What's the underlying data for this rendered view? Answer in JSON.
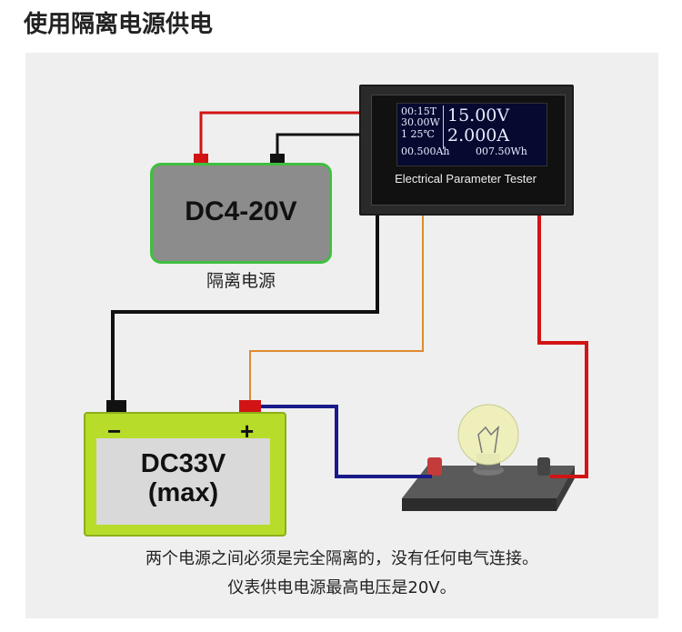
{
  "title": "使用隔离电源供电",
  "meter": {
    "timer": "00:15T",
    "power": "30.00W",
    "temp": "1  25℃",
    "ah": "00.500Ah",
    "voltage": "15.00V",
    "current": "2.000A",
    "wh": "007.50Wh",
    "label": "Electrical Parameter Tester"
  },
  "iso_supply": {
    "label": "DC4-20V",
    "caption": "隔离电源"
  },
  "battery": {
    "label": "DC33V",
    "sub": "(max)",
    "minus": "−",
    "plus": "+"
  },
  "footer": {
    "line1": "两个电源之间必须是完全隔离的，没有任何电气连接。",
    "line2": "仪表供电电源最高电压是20V。"
  },
  "colors": {
    "red_wire": "#d21414",
    "black_wire": "#111111",
    "orange_wire": "#e08a2e",
    "blue_wire": "#1a1a8a",
    "supply_green": "#3fbf3f",
    "battery_green": "#b7dc2a"
  }
}
